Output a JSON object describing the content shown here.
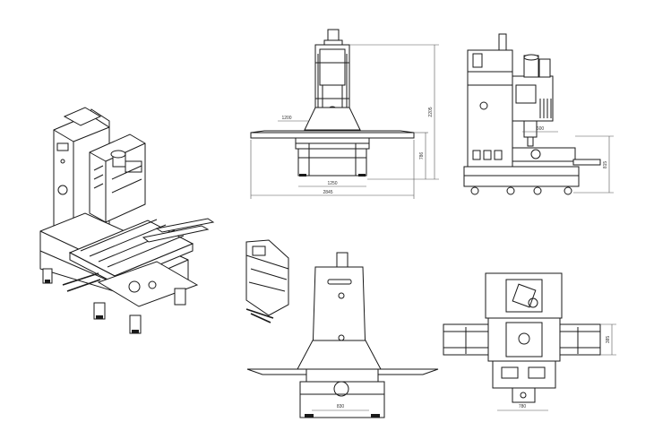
{
  "dimensions": {
    "front_top_width": "1200",
    "front_height_total": "2205",
    "front_height_table": "786",
    "front_base_width": "1250",
    "front_overall_width": "2845",
    "side_table_width": "600",
    "side_height": "815",
    "rear_base_width": "830",
    "top_column_width": "780",
    "top_side_height": "385"
  }
}
